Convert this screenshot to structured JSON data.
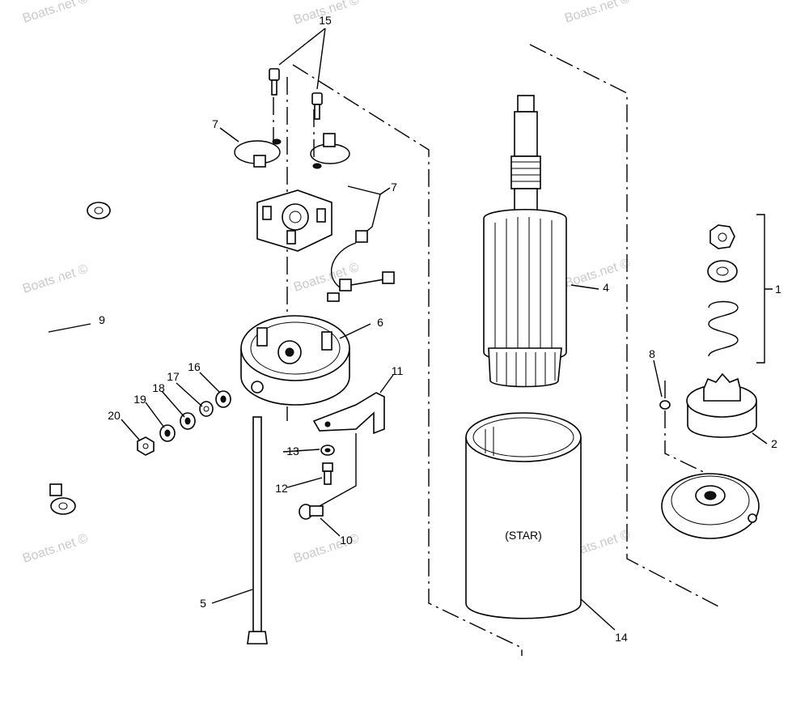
{
  "callouts": {
    "c1": "1",
    "c2": "2",
    "c4": "4",
    "c5": "5",
    "c6": "6",
    "c7a": "7",
    "c7b": "7",
    "c8": "8",
    "c9": "9",
    "c10": "10",
    "c11": "11",
    "c12": "12",
    "c13": "13",
    "c14": "14",
    "c15": "15",
    "c16": "16",
    "c17": "17",
    "c18": "18",
    "c19": "19",
    "c20": "20"
  },
  "housing_label": "(STAR)",
  "watermarks": {
    "w1": "Boats.net ©",
    "w2": "Boats.net ©",
    "w3": "Boats.net ©",
    "w4": "Boats.net ©",
    "w5": "Boats.net ©",
    "w6": "Boats.net ©",
    "w7": "Boats.net ©",
    "w8": "Boats.net ©",
    "w9": "Boats.net ©"
  }
}
